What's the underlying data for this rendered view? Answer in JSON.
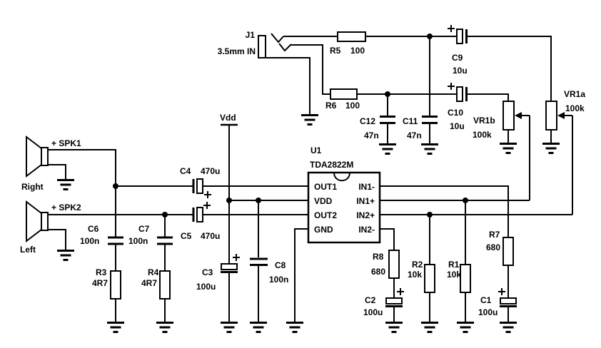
{
  "schematic": {
    "power": {
      "net": "Vdd"
    },
    "ic": {
      "ref": "U1",
      "part": "TDA2822M",
      "pins_left": [
        "OUT1",
        "VDD",
        "OUT2",
        "GND"
      ],
      "pins_right": [
        "IN1-",
        "IN1+",
        "IN2+",
        "IN2-"
      ]
    },
    "jack": {
      "ref": "J1",
      "label": "3.5mm IN"
    },
    "speakers": {
      "spk1": {
        "terminal": "+ SPK1",
        "channel": "Right"
      },
      "spk2": {
        "terminal": "+ SPK2",
        "channel": "Left"
      }
    },
    "resistors": {
      "R1": {
        "ref": "R1",
        "value": "10k"
      },
      "R2": {
        "ref": "R2",
        "value": "10k"
      },
      "R3": {
        "ref": "R3",
        "value": "4R7"
      },
      "R4": {
        "ref": "R4",
        "value": "4R7"
      },
      "R5": {
        "ref": "R5",
        "value": "100"
      },
      "R6": {
        "ref": "R6",
        "value": "100"
      },
      "R7": {
        "ref": "R7",
        "value": "680"
      },
      "R8": {
        "ref": "R8",
        "value": "680"
      }
    },
    "capacitors": {
      "C1": {
        "ref": "C1",
        "value": "100u"
      },
      "C2": {
        "ref": "C2",
        "value": "100u"
      },
      "C3": {
        "ref": "C3",
        "value": "100u"
      },
      "C4": {
        "ref": "C4",
        "value": "470u"
      },
      "C5": {
        "ref": "C5",
        "value": "470u"
      },
      "C6": {
        "ref": "C6",
        "value": "100n"
      },
      "C7": {
        "ref": "C7",
        "value": "100n"
      },
      "C8": {
        "ref": "C8",
        "value": "100n"
      },
      "C9": {
        "ref": "C9",
        "value": "10u"
      },
      "C10": {
        "ref": "C10",
        "value": "10u"
      },
      "C11": {
        "ref": "C11",
        "value": "47n"
      },
      "C12": {
        "ref": "C12",
        "value": "47n"
      }
    },
    "potentiometers": {
      "VR1a": {
        "ref": "VR1a",
        "value": "100k"
      },
      "VR1b": {
        "ref": "VR1b",
        "value": "100k"
      }
    }
  }
}
